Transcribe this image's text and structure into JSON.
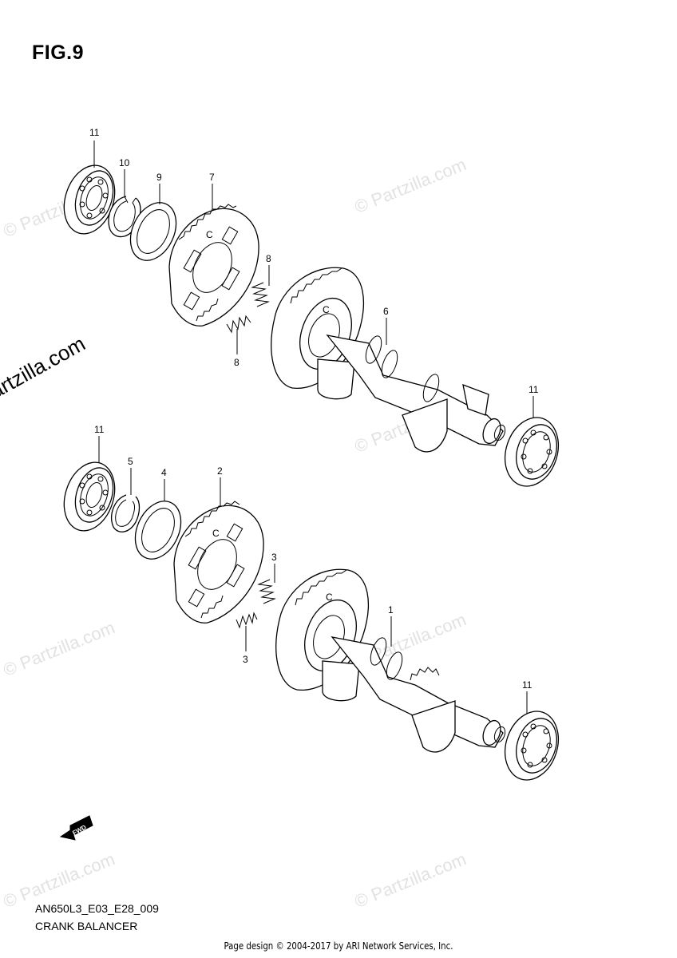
{
  "header": {
    "figure_title": "FIG.9"
  },
  "footer": {
    "diagram_code": "AN650L3_E03_E28_009",
    "diagram_name": "CRANK BALANCER",
    "page_credit": "Page design © 2004-2017 by ARI Network Services, Inc."
  },
  "watermark": {
    "brand": "© Partzilla.com",
    "faint": "© Partzilla.com"
  },
  "fwd_arrow": {
    "label": "FWD"
  },
  "callouts": {
    "c11a": "11",
    "c10": "10",
    "c9": "9",
    "c7": "7",
    "c8a": "8",
    "c8b": "8",
    "c6": "6",
    "c11b": "11",
    "c11c": "11",
    "c5": "5",
    "c4": "4",
    "c2": "2",
    "c3a": "3",
    "c3b": "3",
    "c1": "1",
    "c11d": "11"
  },
  "gear_marks": {
    "c": "C"
  }
}
